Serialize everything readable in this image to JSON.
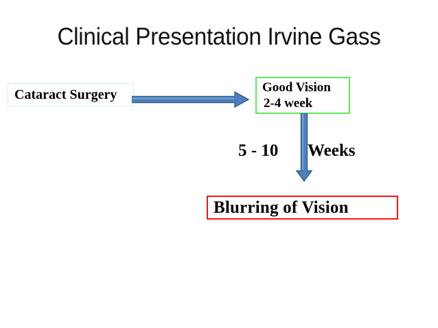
{
  "slide": {
    "title": "Clinical Presentation Irvine Gass",
    "background_color": "#ffffff"
  },
  "flow": {
    "nodes": [
      {
        "id": "cataract-surgery",
        "label": "Cataract Surgery",
        "border_color": "#CDF1F2",
        "text_color": "#000000"
      },
      {
        "id": "good-vision",
        "line1": "Good Vision",
        "line2": "2-4 week",
        "border_color": "#5FE95F",
        "text_color": "#000000"
      },
      {
        "id": "blurring-of-vision",
        "label": "Blurring of Vision",
        "border_color": "#FF1111",
        "text_color": "#000000"
      }
    ],
    "connectors": [
      {
        "id": "arrow-cataract-to-goodvision",
        "direction": "right",
        "color": "#4E7FBA",
        "outline_color": "#315C93",
        "label": ""
      },
      {
        "id": "arrow-goodvision-to-blurring",
        "direction": "down",
        "color": "#4E7FBA",
        "outline_color": "#315C93",
        "label": "5 - 10 Weeks"
      }
    ],
    "interval_label": {
      "number": "5 - 10",
      "unit": "Weeks"
    }
  }
}
